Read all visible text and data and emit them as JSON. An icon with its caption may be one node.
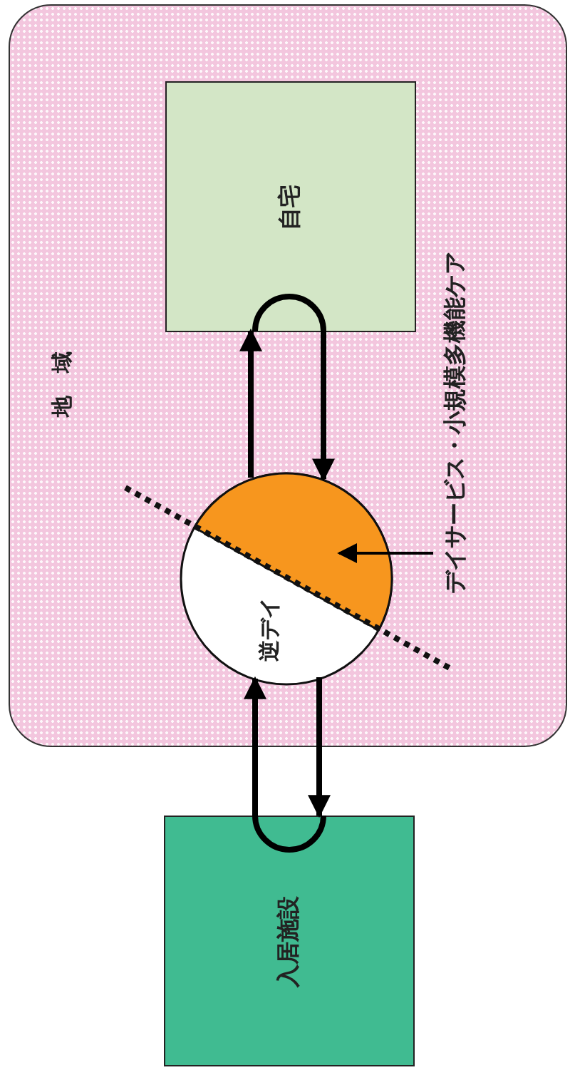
{
  "diagram": {
    "nodes": [
      {
        "text": [
          "地域"
        ]
      },
      {
        "text": [
          "自宅"
        ],
        "in": 0
      },
      {
        "text": [
          "逆デイ"
        ],
        "in": 0
      },
      {
        "text": [
          "デイサービス・小規模多機能ケア"
        ],
        "in": 0
      },
      {
        "text": [],
        "shape": "circle",
        "in": 2
      },
      {
        "text": [
          "入居施設"
        ]
      }
    ],
    "edges": [
      {
        "from": 2,
        "to": 1,
        "arrow": "to"
      },
      {
        "from": 1,
        "to": 2,
        "arrow": "to"
      },
      {
        "from": 3,
        "to": 4,
        "arrow": "to"
      },
      {
        "from": 5,
        "to": 2,
        "arrow": "to"
      },
      {
        "from": 2,
        "to": 5,
        "arrow": "to"
      }
    ]
  }
}
